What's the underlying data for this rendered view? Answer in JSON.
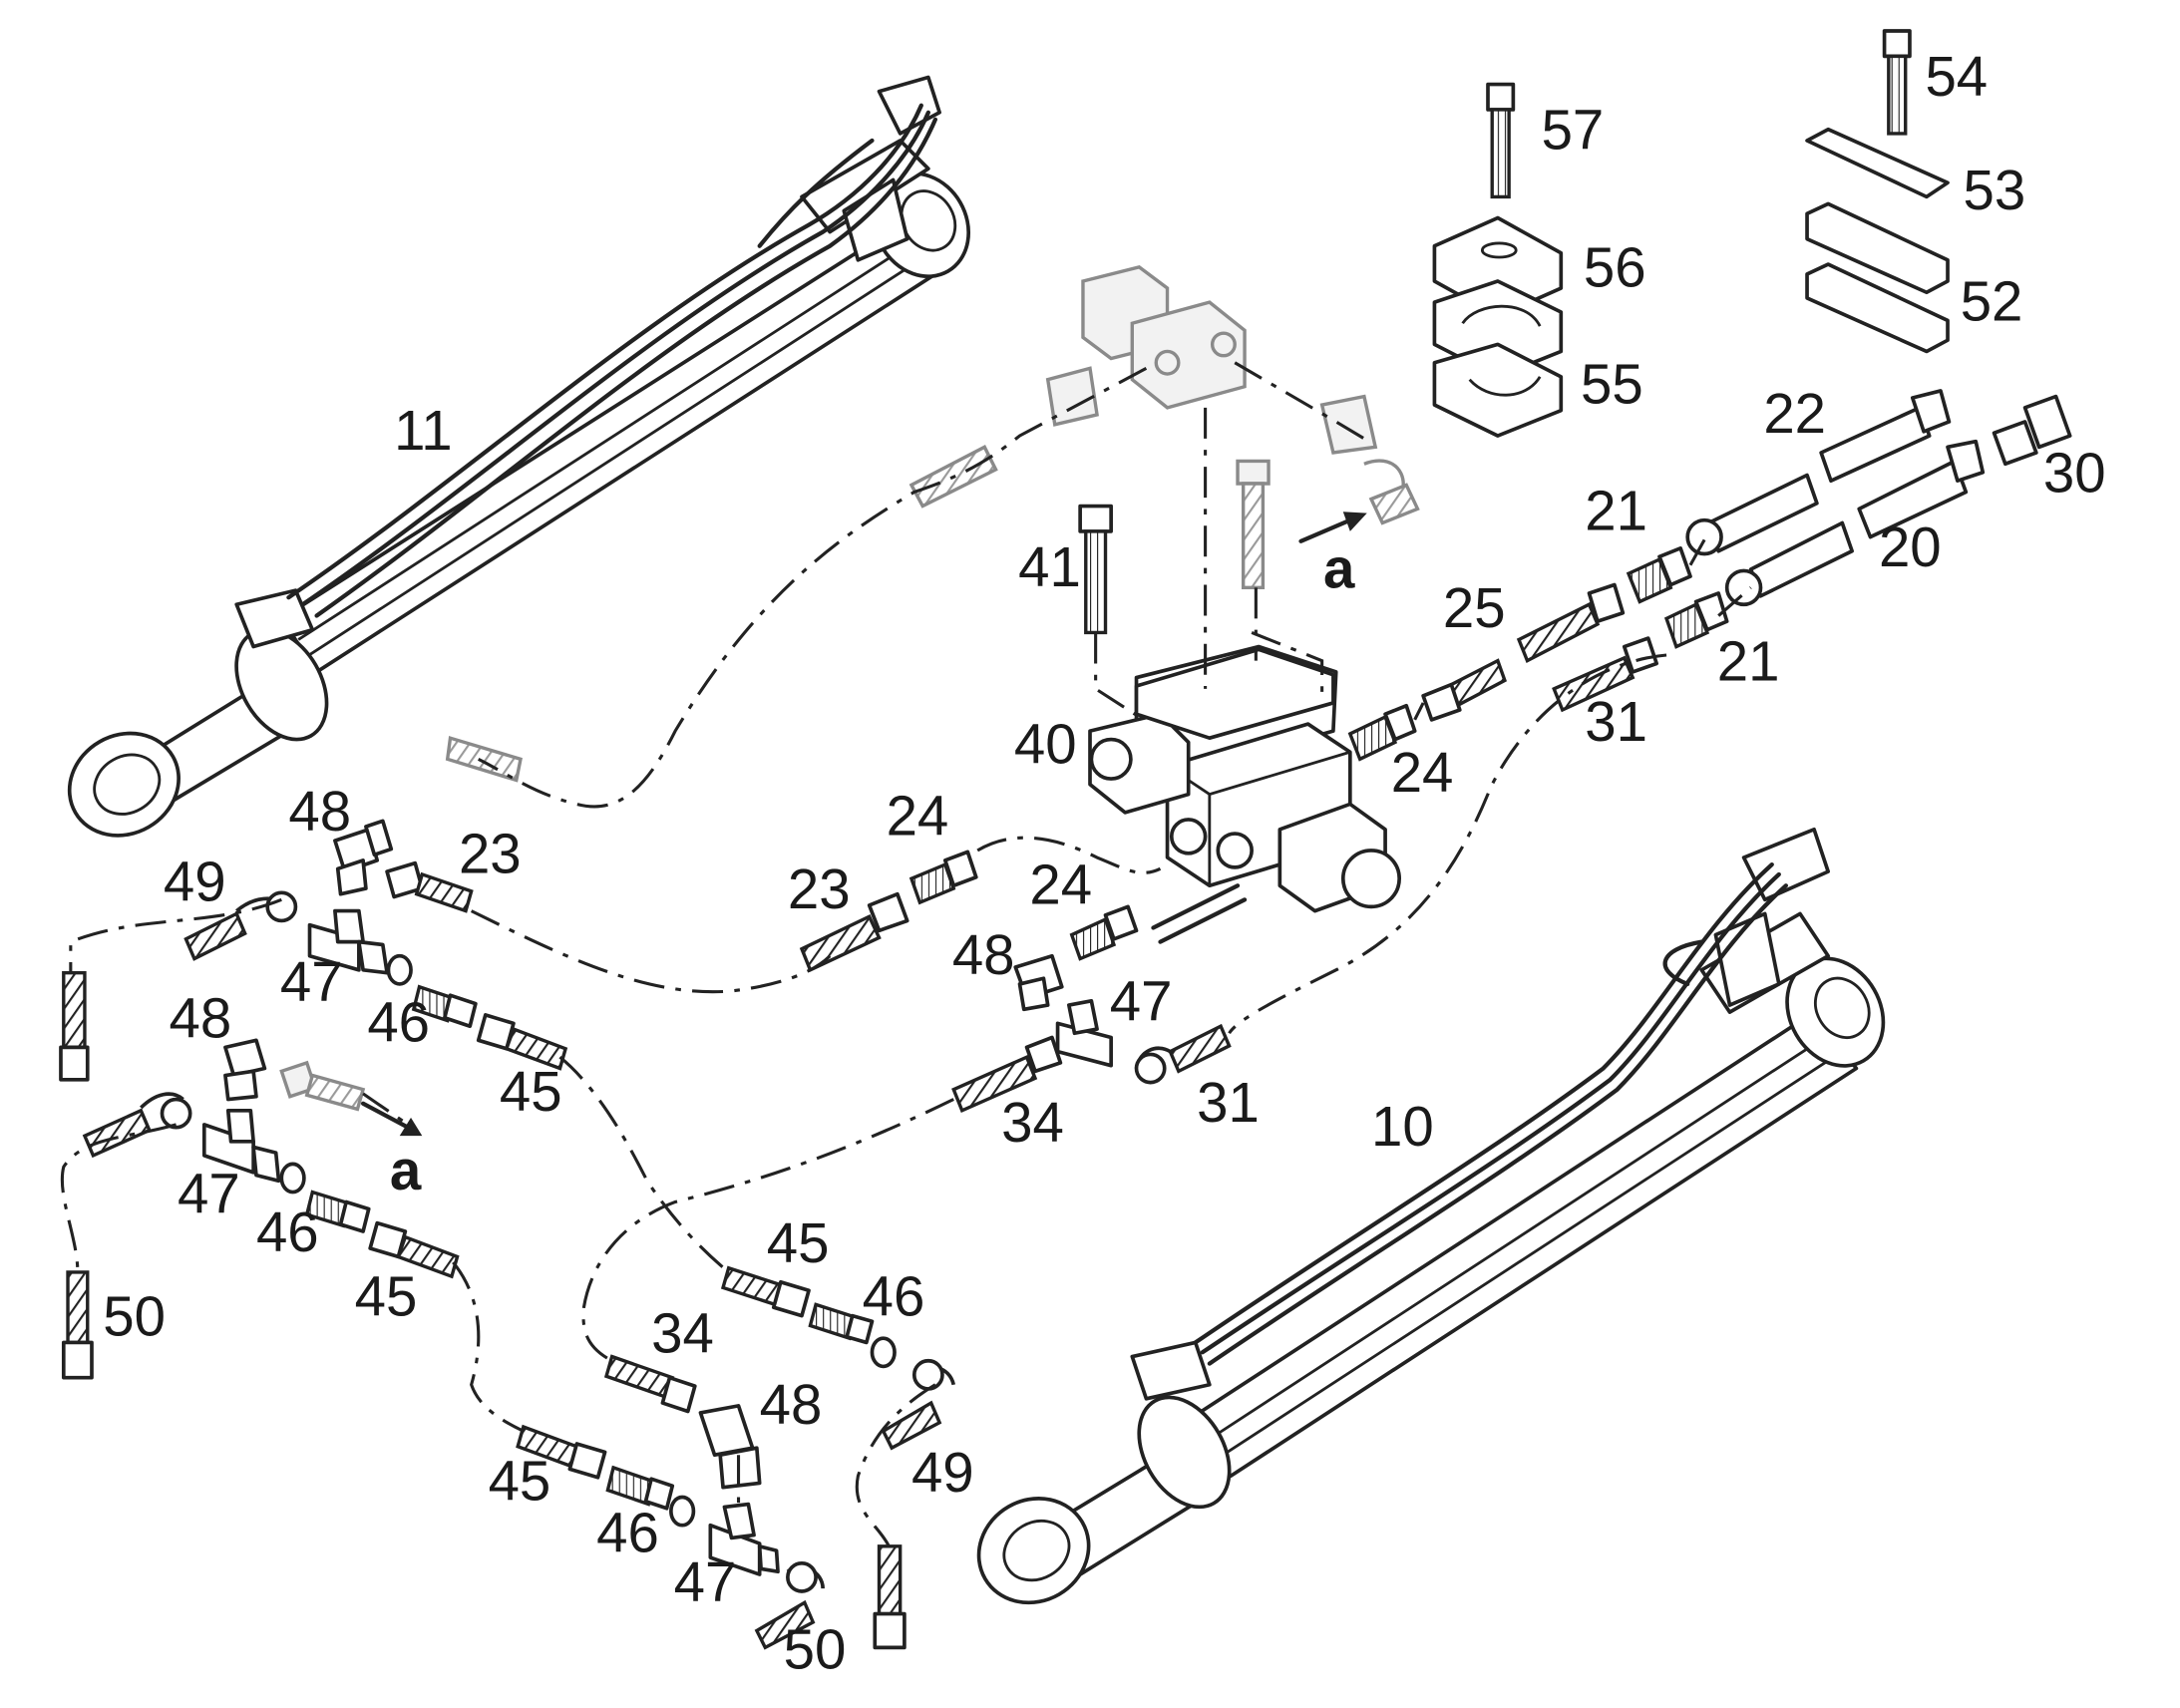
{
  "labels": {
    "p11": "11",
    "p10": "10",
    "p57": "57",
    "p56": "56",
    "p55": "55",
    "p54": "54",
    "p53": "53",
    "p52": "52",
    "p22": "22",
    "p30": "30",
    "p21a": "21",
    "p20": "20",
    "p21b": "21",
    "p25": "25",
    "p31a": "31",
    "p24a": "24",
    "p41": "41",
    "p40": "40",
    "p24b": "24",
    "p24c": "24",
    "pa1": "a",
    "pa2": "a",
    "p48a": "48",
    "p23a": "23",
    "p23b": "23",
    "p49a": "49",
    "p47a": "47",
    "p46a": "46",
    "p45a": "45",
    "p48b": "48",
    "p47b": "47",
    "p34a": "34",
    "p31b": "31",
    "p48c": "48",
    "p47c": "47",
    "p46b": "46",
    "p45b": "45",
    "p50a": "50",
    "p45c": "45",
    "p46c": "46",
    "p34b": "34",
    "p48d": "48",
    "p49b": "49",
    "p45d": "45",
    "p46d": "46",
    "p47d": "47",
    "p50b": "50"
  }
}
